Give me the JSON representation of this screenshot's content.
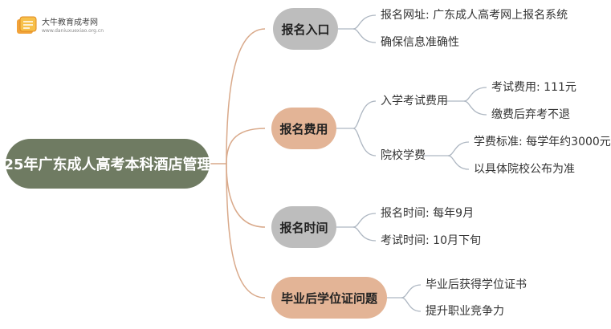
{
  "logo": {
    "name": "大牛教育成考网",
    "url": "www.daniuxuexiao.org.cn"
  },
  "root": {
    "label": "25年广东成人高考本科酒店管理"
  },
  "branches": [
    {
      "label": "报名入口",
      "children": [
        {
          "label": "报名网址: 广东成人高考网上报名系统"
        },
        {
          "label": "确保信息准确性"
        }
      ]
    },
    {
      "label": "报名费用",
      "children": [
        {
          "label": "入学考试费用",
          "children": [
            {
              "label": "考试费用: 111元"
            },
            {
              "label": "缴费后弃考不退"
            }
          ]
        },
        {
          "label": "院校学费",
          "children": [
            {
              "label": "学费标准: 每学年约3000元"
            },
            {
              "label": "以具体院校公布为准"
            }
          ]
        }
      ]
    },
    {
      "label": "报名时间",
      "children": [
        {
          "label": "报名时间: 每年9月"
        },
        {
          "label": "考试时间: 10月下旬"
        }
      ]
    },
    {
      "label": "毕业后学位证问题",
      "children": [
        {
          "label": "毕业后获得学位证书"
        },
        {
          "label": "提升职业竞争力"
        }
      ]
    }
  ],
  "colors": {
    "root": "#6f7b62",
    "branch_gray": "#bdbdbd",
    "branch_peach": "#e3b496",
    "connector_root": "#d9a98a",
    "connector": "#aeb7c2"
  }
}
